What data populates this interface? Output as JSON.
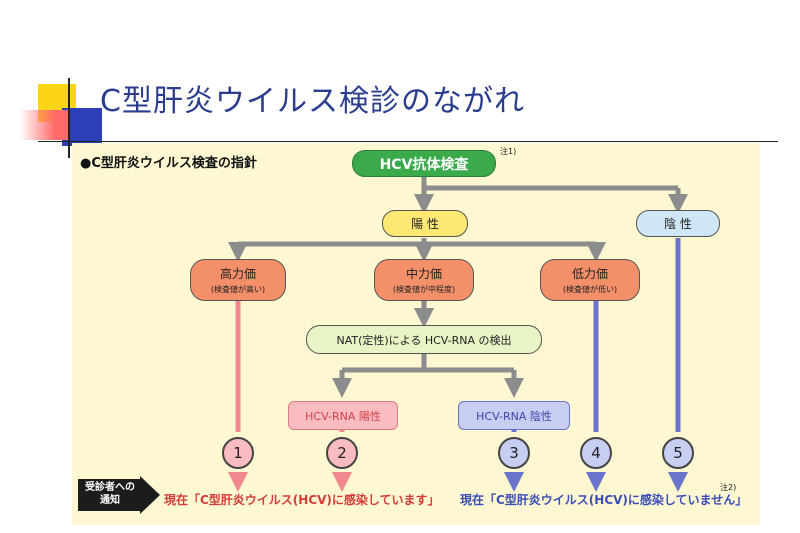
{
  "title": "C型肝炎ウイルス検診のながれ",
  "panel_heading": "●C型肝炎ウイルス検査の指針",
  "notes": {
    "n1": "注1)",
    "n2": "注2)"
  },
  "nodes": {
    "hcv_test": "HCV抗体検査",
    "positive": "陽 性",
    "negative": "陰 性",
    "high": "高力価",
    "high_sub": "(検査値が高い)",
    "mid": "中力価",
    "mid_sub": "(検査値が中程度)",
    "low": "低力価",
    "low_sub": "(検査値が低い)",
    "nat": "NAT(定性)による HCV-RNA の検出",
    "rna_pos": "HCV-RNA 陽性",
    "rna_neg": "HCV-RNA 陰性"
  },
  "circles": [
    "1",
    "2",
    "3",
    "4",
    "5"
  ],
  "notice_label_1": "受診者への",
  "notice_label_2": "通知",
  "result_infected": "現在「C型肝炎ウイルス(HCV)に感染しています」",
  "result_not_infected": "現在「C型肝炎ウイルス(HCV)に感染していません」",
  "colors": {
    "title": "#2a3d8f",
    "green": "#3aaa4a",
    "yellow": "#fce873",
    "salmon": "#f3906a",
    "light_green": "#e6f4c6",
    "light_blue": "#cfe6f6",
    "pink": "#f9bcc0",
    "lavender": "#c8cdf2",
    "pink_arrow": "#f2878f",
    "blue_arrow": "#6a74cc"
  }
}
